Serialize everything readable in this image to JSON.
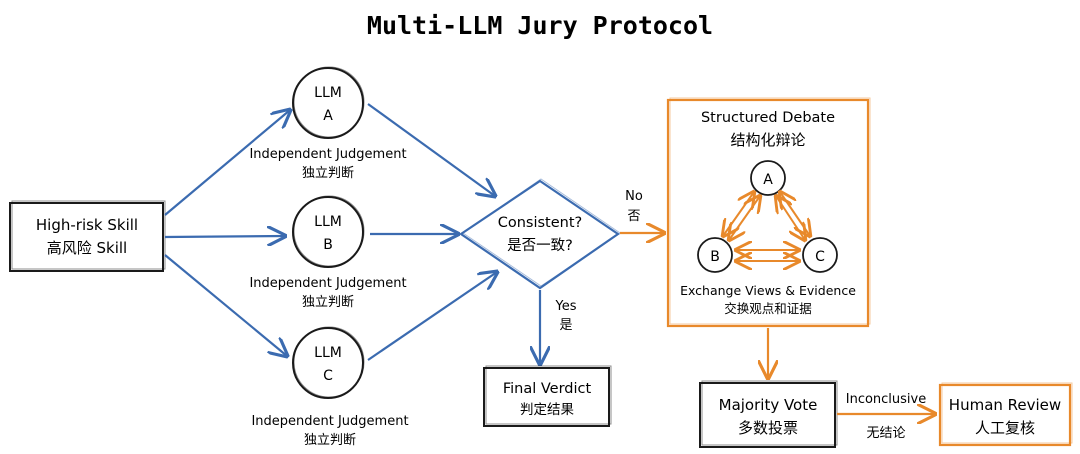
{
  "title": "Multi-LLM Jury Protocol",
  "input": {
    "line1": "High-risk Skill",
    "line2": "高风险 Skill"
  },
  "jurors": [
    {
      "line1": "LLM",
      "line2": "A",
      "caption_en": "Independent Judgement",
      "caption_zh": "独立判断"
    },
    {
      "line1": "LLM",
      "line2": "B",
      "caption_en": "Independent Judgement",
      "caption_zh": "独立判断"
    },
    {
      "line1": "LLM",
      "line2": "C",
      "caption_en": "Independent Judgement",
      "caption_zh": "独立判断"
    }
  ],
  "decision": {
    "line1": "Consistent?",
    "line2": "是否一致?"
  },
  "no_label": {
    "en": "No",
    "zh": "否"
  },
  "yes_label": {
    "en": "Yes",
    "zh": "是"
  },
  "verdict": {
    "line1": "Final Verdict",
    "line2": "判定结果"
  },
  "debate": {
    "title_en": "Structured Debate",
    "title_zh": "结构化辩论",
    "nodes": [
      "A",
      "B",
      "C"
    ],
    "caption_en": "Exchange Views & Evidence",
    "caption_zh": "交换观点和证据"
  },
  "vote": {
    "line1": "Majority Vote",
    "line2": "多数投票"
  },
  "inconclusive": {
    "en": "Inconclusive",
    "zh": "无结论"
  },
  "review": {
    "line1": "Human Review",
    "line2": "人工复核"
  },
  "colors": {
    "blue": "#3b6bb0",
    "orange": "#e8892b",
    "ink": "#1a1a1a"
  }
}
